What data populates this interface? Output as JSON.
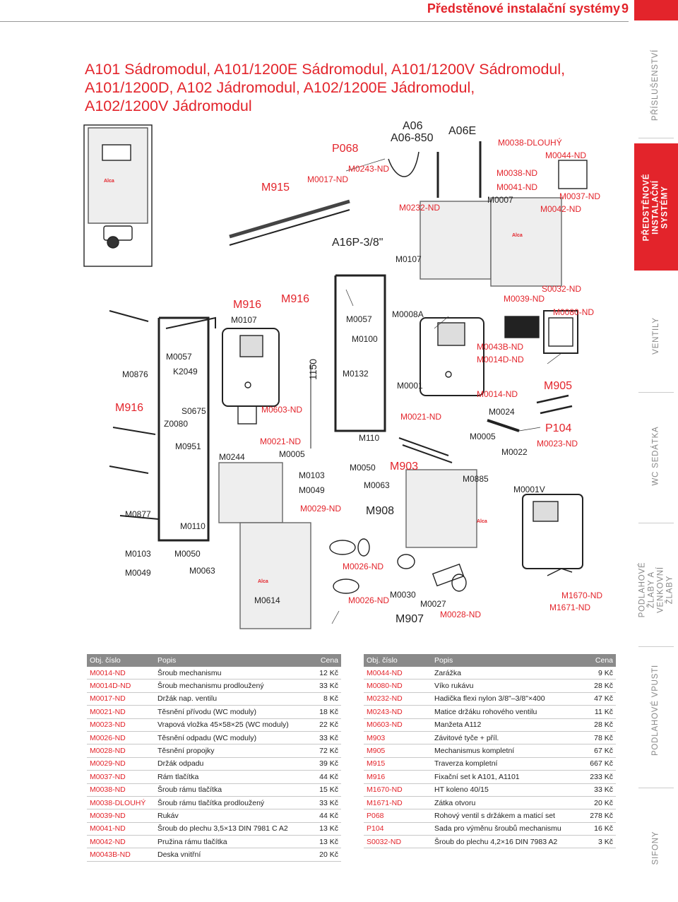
{
  "header": {
    "section": "Předstěnové instalační systémy",
    "page": "9"
  },
  "title": [
    "A101 Sádromodul, A101/1200E Sádromodul, A101/1200V Sádromodul,",
    "A101/1200D, A102 Jádromodul, A102/1200E Jádromodul,",
    "A102/1200V Jádromodul"
  ],
  "sidebar": [
    "PŘÍSLUŠENSTVÍ",
    "PŘEDSTĚNOVÉ INSTALAČNÍ SYSTÉMY",
    "VENTILY",
    "WC SEDÁTKA",
    "PODLAHOVÉ ŽLABY A VENKOVNÍ ŽLABY",
    "PODLAHOVÉ VPUSTI",
    "SIFONY"
  ],
  "diagram_labels": {
    "P068": "P068",
    "M0243_ND": "M0243-ND",
    "A06": "A06",
    "A06_850": "A06-850",
    "A06E": "A06E",
    "M0038_DLOUHY": "M0038-DLOUHÝ",
    "M0044_ND": "M0044-ND",
    "M915": "M915",
    "M0017_ND": "M0017-ND",
    "M0232_ND": "M0232-ND",
    "M0038_ND": "M0038-ND",
    "M0041_ND": "M0041-ND",
    "M0007": "M0007",
    "M0037_ND": "M0037-ND",
    "M0042_ND": "M0042-ND",
    "A16P": "A16P-3/8\"",
    "M0107b": "M0107",
    "S0032_ND": "S0032-ND",
    "M0039_ND": "M0039-ND",
    "M916a": "M916",
    "M916b": "M916",
    "M0107a": "M0107",
    "M0057b": "M0057",
    "M0008A": "M0008A",
    "M0080_ND": "M0080-ND",
    "M0057a": "M0057",
    "M0100": "M0100",
    "M0043B_ND": "M0043B-ND",
    "M0014D_ND": "M0014D-ND",
    "M0876": "M0876",
    "K2049": "K2049",
    "dim1150": "1150",
    "M0132": "M0132",
    "M0001": "M0001",
    "M0014_ND": "M0014-ND",
    "M905": "M905",
    "M916c": "M916",
    "S0675": "S0675",
    "Z0080": "Z0080",
    "M0603_ND": "M0603-ND",
    "M0021_NDb": "M0021-ND",
    "M0024": "M0024",
    "P104": "P104",
    "M0005b": "M0005",
    "M0023_ND": "M0023-ND",
    "M0951": "M0951",
    "M0021_NDa": "M0021-ND",
    "M0005a": "M0005",
    "M0244": "M0244",
    "M110": "M110",
    "M0022": "M0022",
    "M0050b": "M0050",
    "M903": "M903",
    "M0103b": "M0103",
    "M0063b": "M0063",
    "M0885": "M0885",
    "M0049b": "M0049",
    "M0001V": "M0001V",
    "M0877": "M0877",
    "M0029_ND": "M0029-ND",
    "M908": "M908",
    "M0110": "M0110",
    "M0103a": "M0103",
    "M0050a": "M0050",
    "M0049a": "M0049",
    "M0063a": "M0063",
    "M0026_NDa": "M0026-ND",
    "M0614": "M0614",
    "M0030": "M0030",
    "M0026_NDb": "M0026-ND",
    "M0027": "M0027",
    "M0028_ND": "M0028-ND",
    "M907": "M907",
    "M1670_ND": "M1670-ND",
    "M1671_ND": "M1671-ND",
    "logo": "Alca"
  },
  "table_headers": {
    "code": "Obj. číslo",
    "desc": "Popis",
    "price": "Cena"
  },
  "table_left": [
    [
      "M0014-ND",
      "Šroub mechanismu",
      "12 Kč"
    ],
    [
      "M0014D-ND",
      "Šroub mechanismu prodloužený",
      "33 Kč"
    ],
    [
      "M0017-ND",
      "Držák nap. ventilu",
      "8 Kč"
    ],
    [
      "M0021-ND",
      "Těsnění přívodu (WC moduly)",
      "18 Kč"
    ],
    [
      "M0023-ND",
      "Vrapová vložka 45×58×25 (WC moduly)",
      "22 Kč"
    ],
    [
      "M0026-ND",
      "Těsnění odpadu (WC moduly)",
      "33 Kč"
    ],
    [
      "M0028-ND",
      "Těsnění propojky",
      "72 Kč"
    ],
    [
      "M0029-ND",
      "Držák odpadu",
      "39 Kč"
    ],
    [
      "M0037-ND",
      "Rám tlačítka",
      "44 Kč"
    ],
    [
      "M0038-ND",
      "Šroub rámu tlačítka",
      "15 Kč"
    ],
    [
      "M0038-DLOUHÝ",
      "Šroub rámu tlačítka prodloužený",
      "33 Kč"
    ],
    [
      "M0039-ND",
      "Rukáv",
      "44 Kč"
    ],
    [
      "M0041-ND",
      "Šroub do plechu 3,5×13 DIN 7981 C A2",
      "13 Kč"
    ],
    [
      "M0042-ND",
      "Pružina rámu tlačítka",
      "13 Kč"
    ],
    [
      "M0043B-ND",
      "Deska vnitřní",
      "20 Kč"
    ]
  ],
  "table_right": [
    [
      "M0044-ND",
      "Zarážka",
      "9 Kč"
    ],
    [
      "M0080-ND",
      "Víko rukávu",
      "28 Kč"
    ],
    [
      "M0232-ND",
      "Hadička flexi nylon 3/8\"–3/8\"×400",
      "47 Kč"
    ],
    [
      "M0243-ND",
      "Matice držáku rohového ventilu",
      "11 Kč"
    ],
    [
      "M0603-ND",
      "Manžeta A112",
      "28 Kč"
    ],
    [
      "M903",
      "Závitové tyče + příl.",
      "78 Kč"
    ],
    [
      "M905",
      "Mechanismus kompletní",
      "67 Kč"
    ],
    [
      "M915",
      "Traverza kompletní",
      "667 Kč"
    ],
    [
      "M916",
      "Fixační set k A101, A1101",
      "233 Kč"
    ],
    [
      "M1670-ND",
      "HT koleno 40/15",
      "33 Kč"
    ],
    [
      "M1671-ND",
      "Zátka otvoru",
      "20 Kč"
    ],
    [
      "P068",
      "Rohový ventil s držákem a maticí set",
      "278 Kč"
    ],
    [
      "P104",
      "Sada pro výměnu šroubů mechanismu",
      "16 Kč"
    ],
    [
      "S0032-ND",
      "Šroub do plechu 4,2×16 DIN 7983 A2",
      "3 Kč"
    ]
  ],
  "colors": {
    "accent": "#e3242b",
    "table_header": "#8a8a8a"
  }
}
